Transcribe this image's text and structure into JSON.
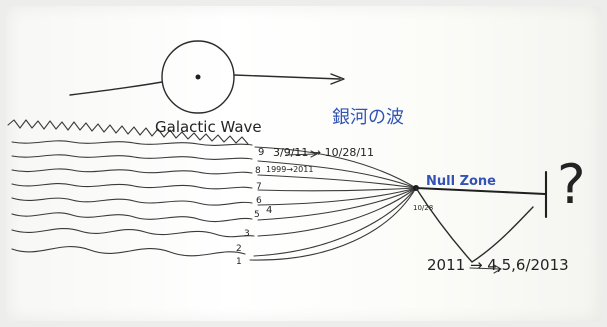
{
  "whiteboard": {
    "labels": {
      "galactic_wave": "Galactic Wave",
      "japanese_title": "銀河の波",
      "date_range": "3/9/11 → 10/28/11",
      "null_zone": "Null Zone",
      "question_mark": "?",
      "timeline_bottom": "2011 → 4,5,6/2013",
      "wave_number_9": "9",
      "wave_number_8": "8",
      "wave_number_7": "7",
      "wave_number_6": "6",
      "wave_number_5": "5",
      "wave_number_4": "4",
      "wave_number_3": "3",
      "wave_number_2": "2",
      "wave_number_1": "1",
      "small_note": "1999→2011",
      "small_mark": "10/28"
    },
    "colors": {
      "ink": "#2b2b2b",
      "blue_marker": "#3354b4",
      "board": "#ffffff"
    }
  }
}
